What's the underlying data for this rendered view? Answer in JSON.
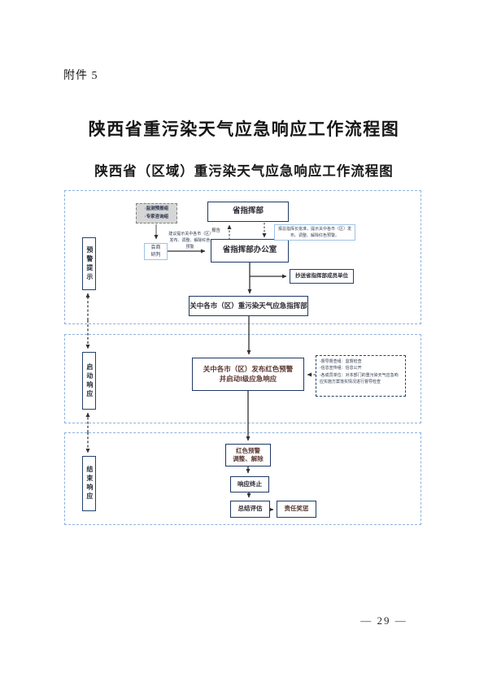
{
  "page": {
    "attachment_label": "附件 5",
    "title": "陕西省重污染天气应急响应工作流程图",
    "subtitle": "陕西省（区域）重污染天气应急响应工作流程图",
    "page_number": "— 29 —"
  },
  "colors": {
    "box_border": "#1f3864",
    "light_box_border": "#9dc3e6",
    "section_border": "#8fb0dc",
    "gray_fill": "#d6d6d6",
    "arrow": "#303030"
  },
  "flowchart": {
    "stages": {
      "warning": "预警提示",
      "start": "启动响应",
      "end": "结束响应"
    },
    "nodes": {
      "monitor_groups": "·监测预报组\n·专家咨询组",
      "consult": "会商\n研判",
      "province_hq": "省指挥部",
      "province_office": "省指挥部办公室",
      "copy_to": "抄送省指挥部成员单位",
      "city_hq": "关中各市（区）重污染天气应急指挥部",
      "issue_alert": "关中各市（区）发布红色预警\n并启动Ⅰ级应急响应",
      "adjust_alert": "红色预警\n调整、解除",
      "terminate": "响应终止",
      "evaluate": "总结评估",
      "reward": "责任奖惩"
    },
    "labels": {
      "report": "报告",
      "suggest_note": "建议提示关中各市（区）发布、调整、解除红色预警",
      "approve_note": "报总指挥长批准，提示关中各市（区）发布、调整、解除红色预警。",
      "tasks_note": "-督导督查组：监督检查\n-信息宣传组：信息公开\n-各成员单位：对本部门的重污染天气应急响应实施方案落实情况进行督导检查"
    }
  }
}
